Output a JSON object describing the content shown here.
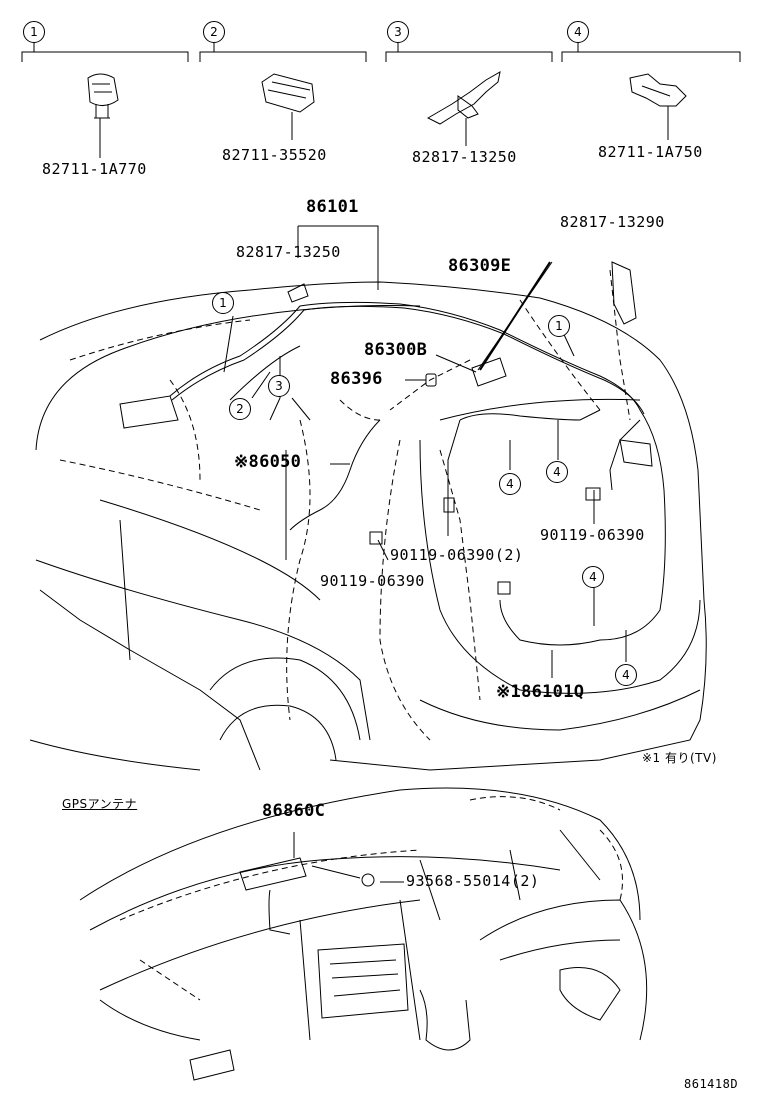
{
  "header_parts": [
    {
      "index": "1",
      "part_no": "82711-1A770"
    },
    {
      "index": "2",
      "part_no": "82711-35520"
    },
    {
      "index": "3",
      "part_no": "82817-13250"
    },
    {
      "index": "4",
      "part_no": "82711-1A750"
    }
  ],
  "labels": {
    "p86101": "86101",
    "p82817_13250": "82817-13250",
    "p82817_13290": "82817-13290",
    "p86309E": "86309E",
    "p86300B": "86300B",
    "p86396": "86396",
    "p86050": "※86050",
    "p90119_a": "90119-06390",
    "p90119_b": "90119-06390(2)",
    "p90119_c": "90119-06390",
    "p86101Q": "※186101Q",
    "note": "※1 有り(TV)",
    "gps_caption": "GPSアンテナ",
    "p86860C": "86860C",
    "p93568": "93568-55014(2)",
    "figure_id": "861418D"
  },
  "callouts": {
    "c1a": "1",
    "c1b": "1",
    "c2": "2",
    "c3": "3",
    "c4a": "4",
    "c4b": "4",
    "c4c": "4",
    "c4d": "4"
  }
}
